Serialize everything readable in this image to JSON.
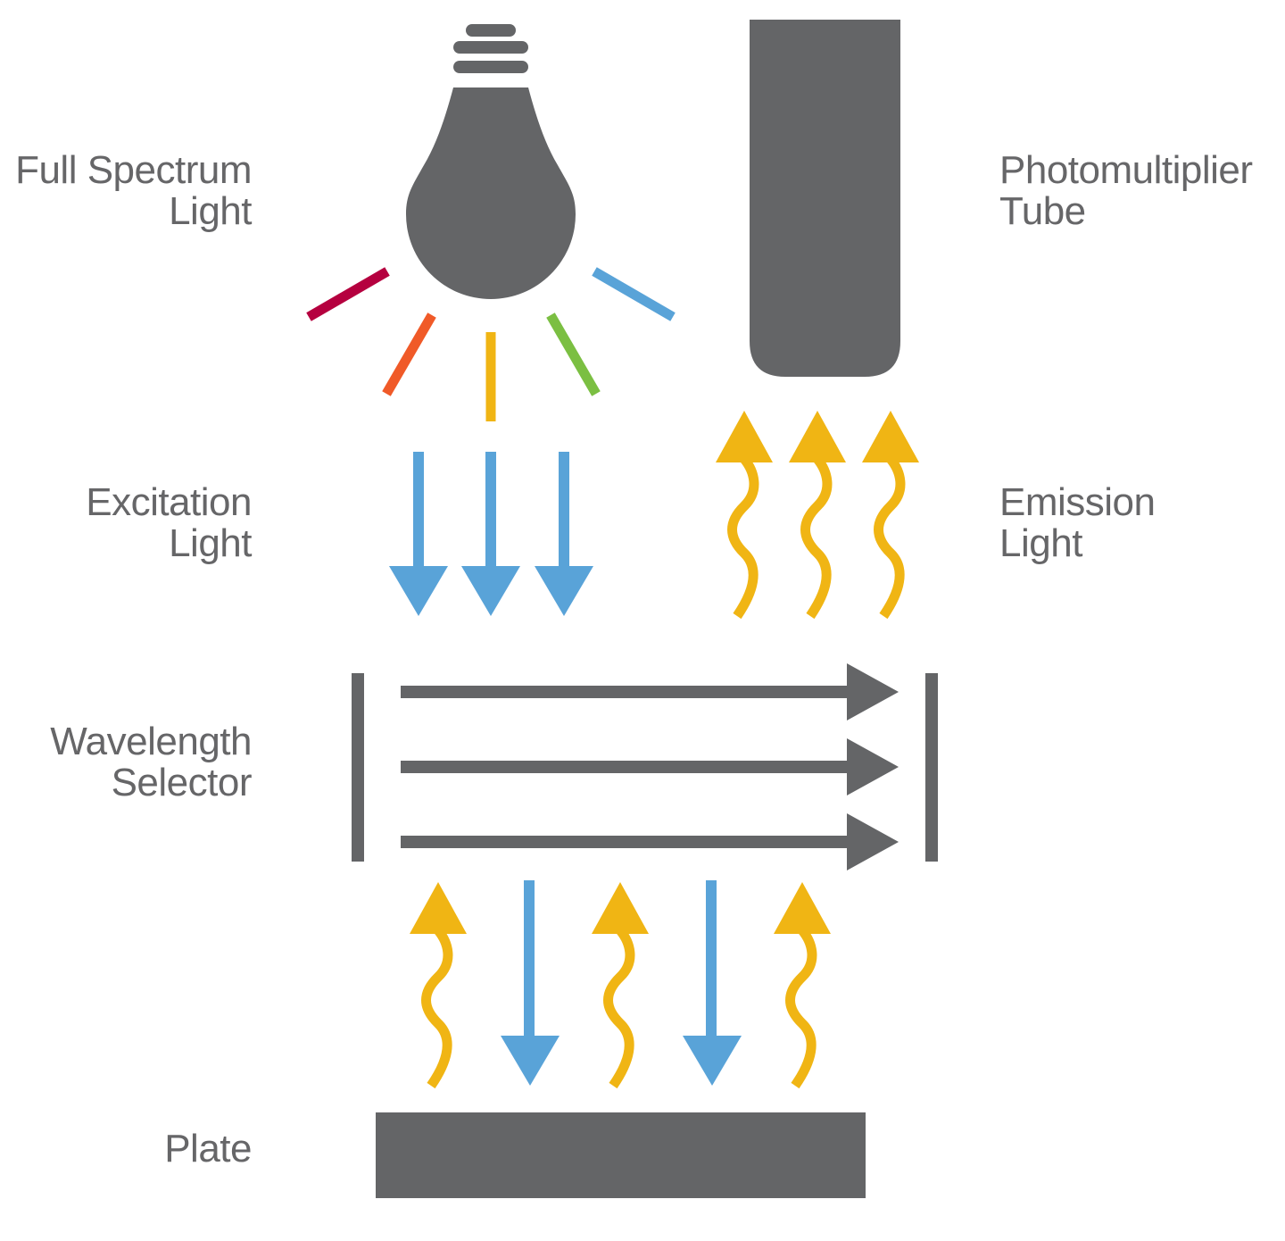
{
  "labels": {
    "full_spectrum": [
      "Full Spectrum",
      "Light"
    ],
    "photomultiplier": [
      "Photomultiplier",
      "Tube"
    ],
    "excitation": [
      "Excitation",
      "Light"
    ],
    "emission": [
      "Emission",
      "Light"
    ],
    "wavelength": [
      "Wavelength",
      "Selector"
    ],
    "plate": "Plate"
  },
  "colors": {
    "text": "#666668",
    "hardware": "#646567",
    "excitation": "#59a3d8",
    "emission": "#f0b514",
    "spectrum": [
      "#b5003f",
      "#f05a28",
      "#f0b514",
      "#7bbf42",
      "#59a3d8"
    ]
  },
  "icons": {
    "bulb": "light-bulb-icon",
    "tube": "photomultiplier-tube-icon",
    "plate": "plate-icon"
  }
}
